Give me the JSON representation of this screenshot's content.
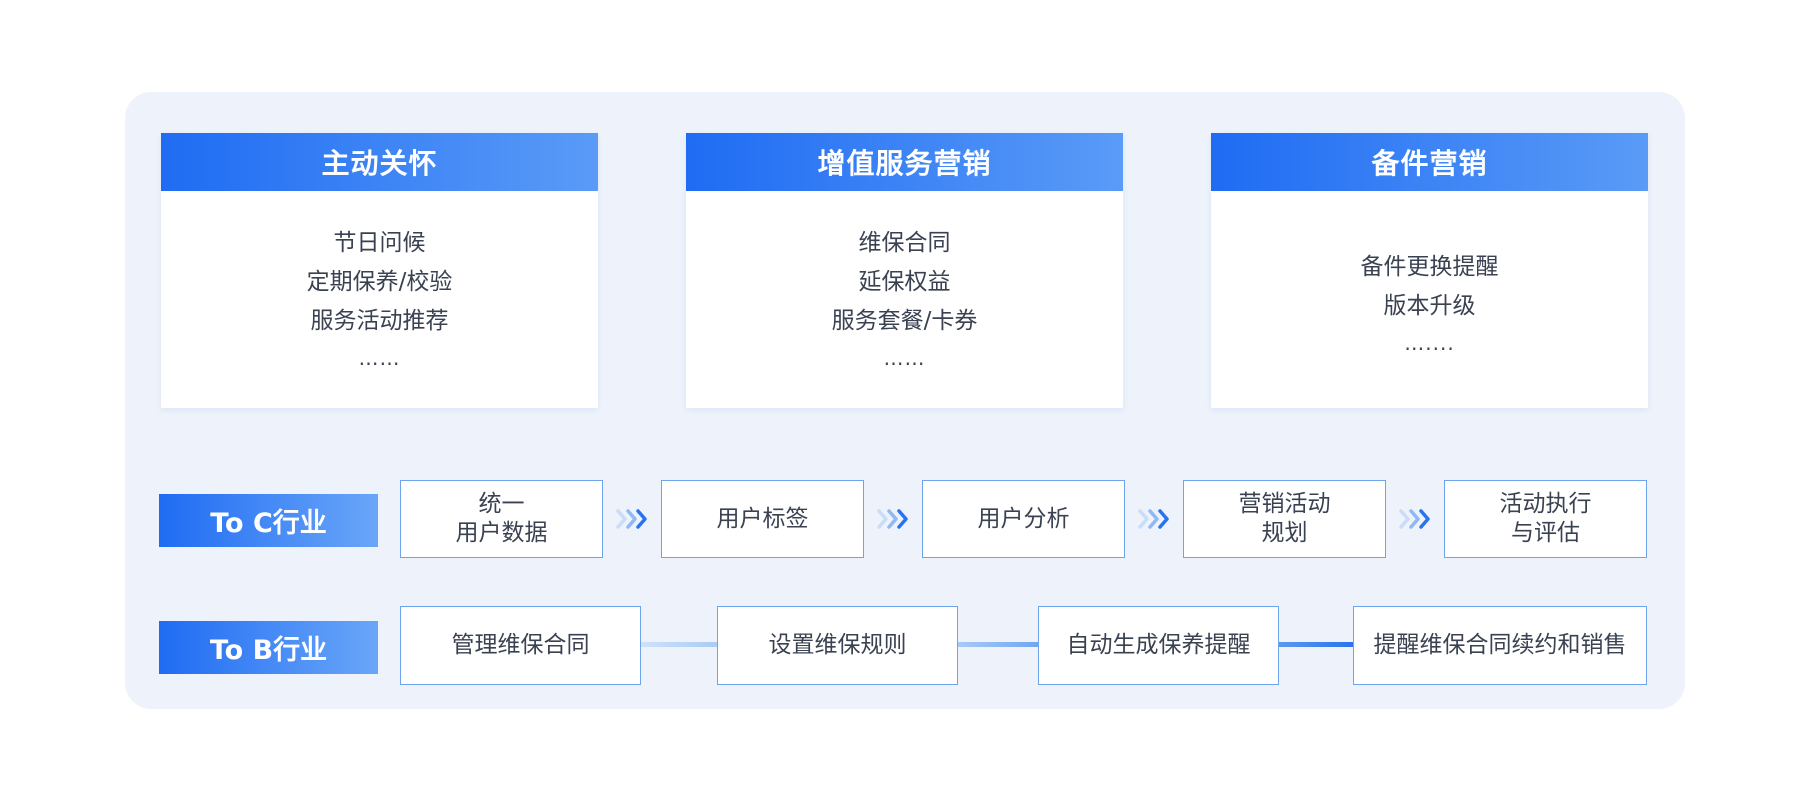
{
  "cards": [
    {
      "title": "主动关怀",
      "items": [
        "节日问候",
        "定期保养/校验",
        "服务活动推荐"
      ],
      "ellipsis": "……"
    },
    {
      "title": "增值服务营销",
      "items": [
        "维保合同",
        "延保权益",
        "服务套餐/卡券"
      ],
      "ellipsis": "……"
    },
    {
      "title": "备件营销",
      "items": [
        "备件更换提醒",
        "版本升级"
      ],
      "ellipsis": "…...."
    }
  ],
  "to_c": {
    "label": "To C行业",
    "steps": [
      [
        "统一",
        "用户数据"
      ],
      [
        "用户标签"
      ],
      [
        "用户分析"
      ],
      [
        "营销活动",
        "规划"
      ],
      [
        "活动执行",
        "与评估"
      ]
    ]
  },
  "to_b": {
    "label": "To B行业",
    "steps": [
      "管理维保合同",
      "设置维保规则",
      "自动生成保养提醒",
      "提醒维保合同续约和销售"
    ]
  },
  "colors": {
    "accent": "#1f6cf3",
    "accent_light": "#5a9bf7",
    "panel_bg": "#eef3fb",
    "box_border": "#6ea3ee"
  }
}
